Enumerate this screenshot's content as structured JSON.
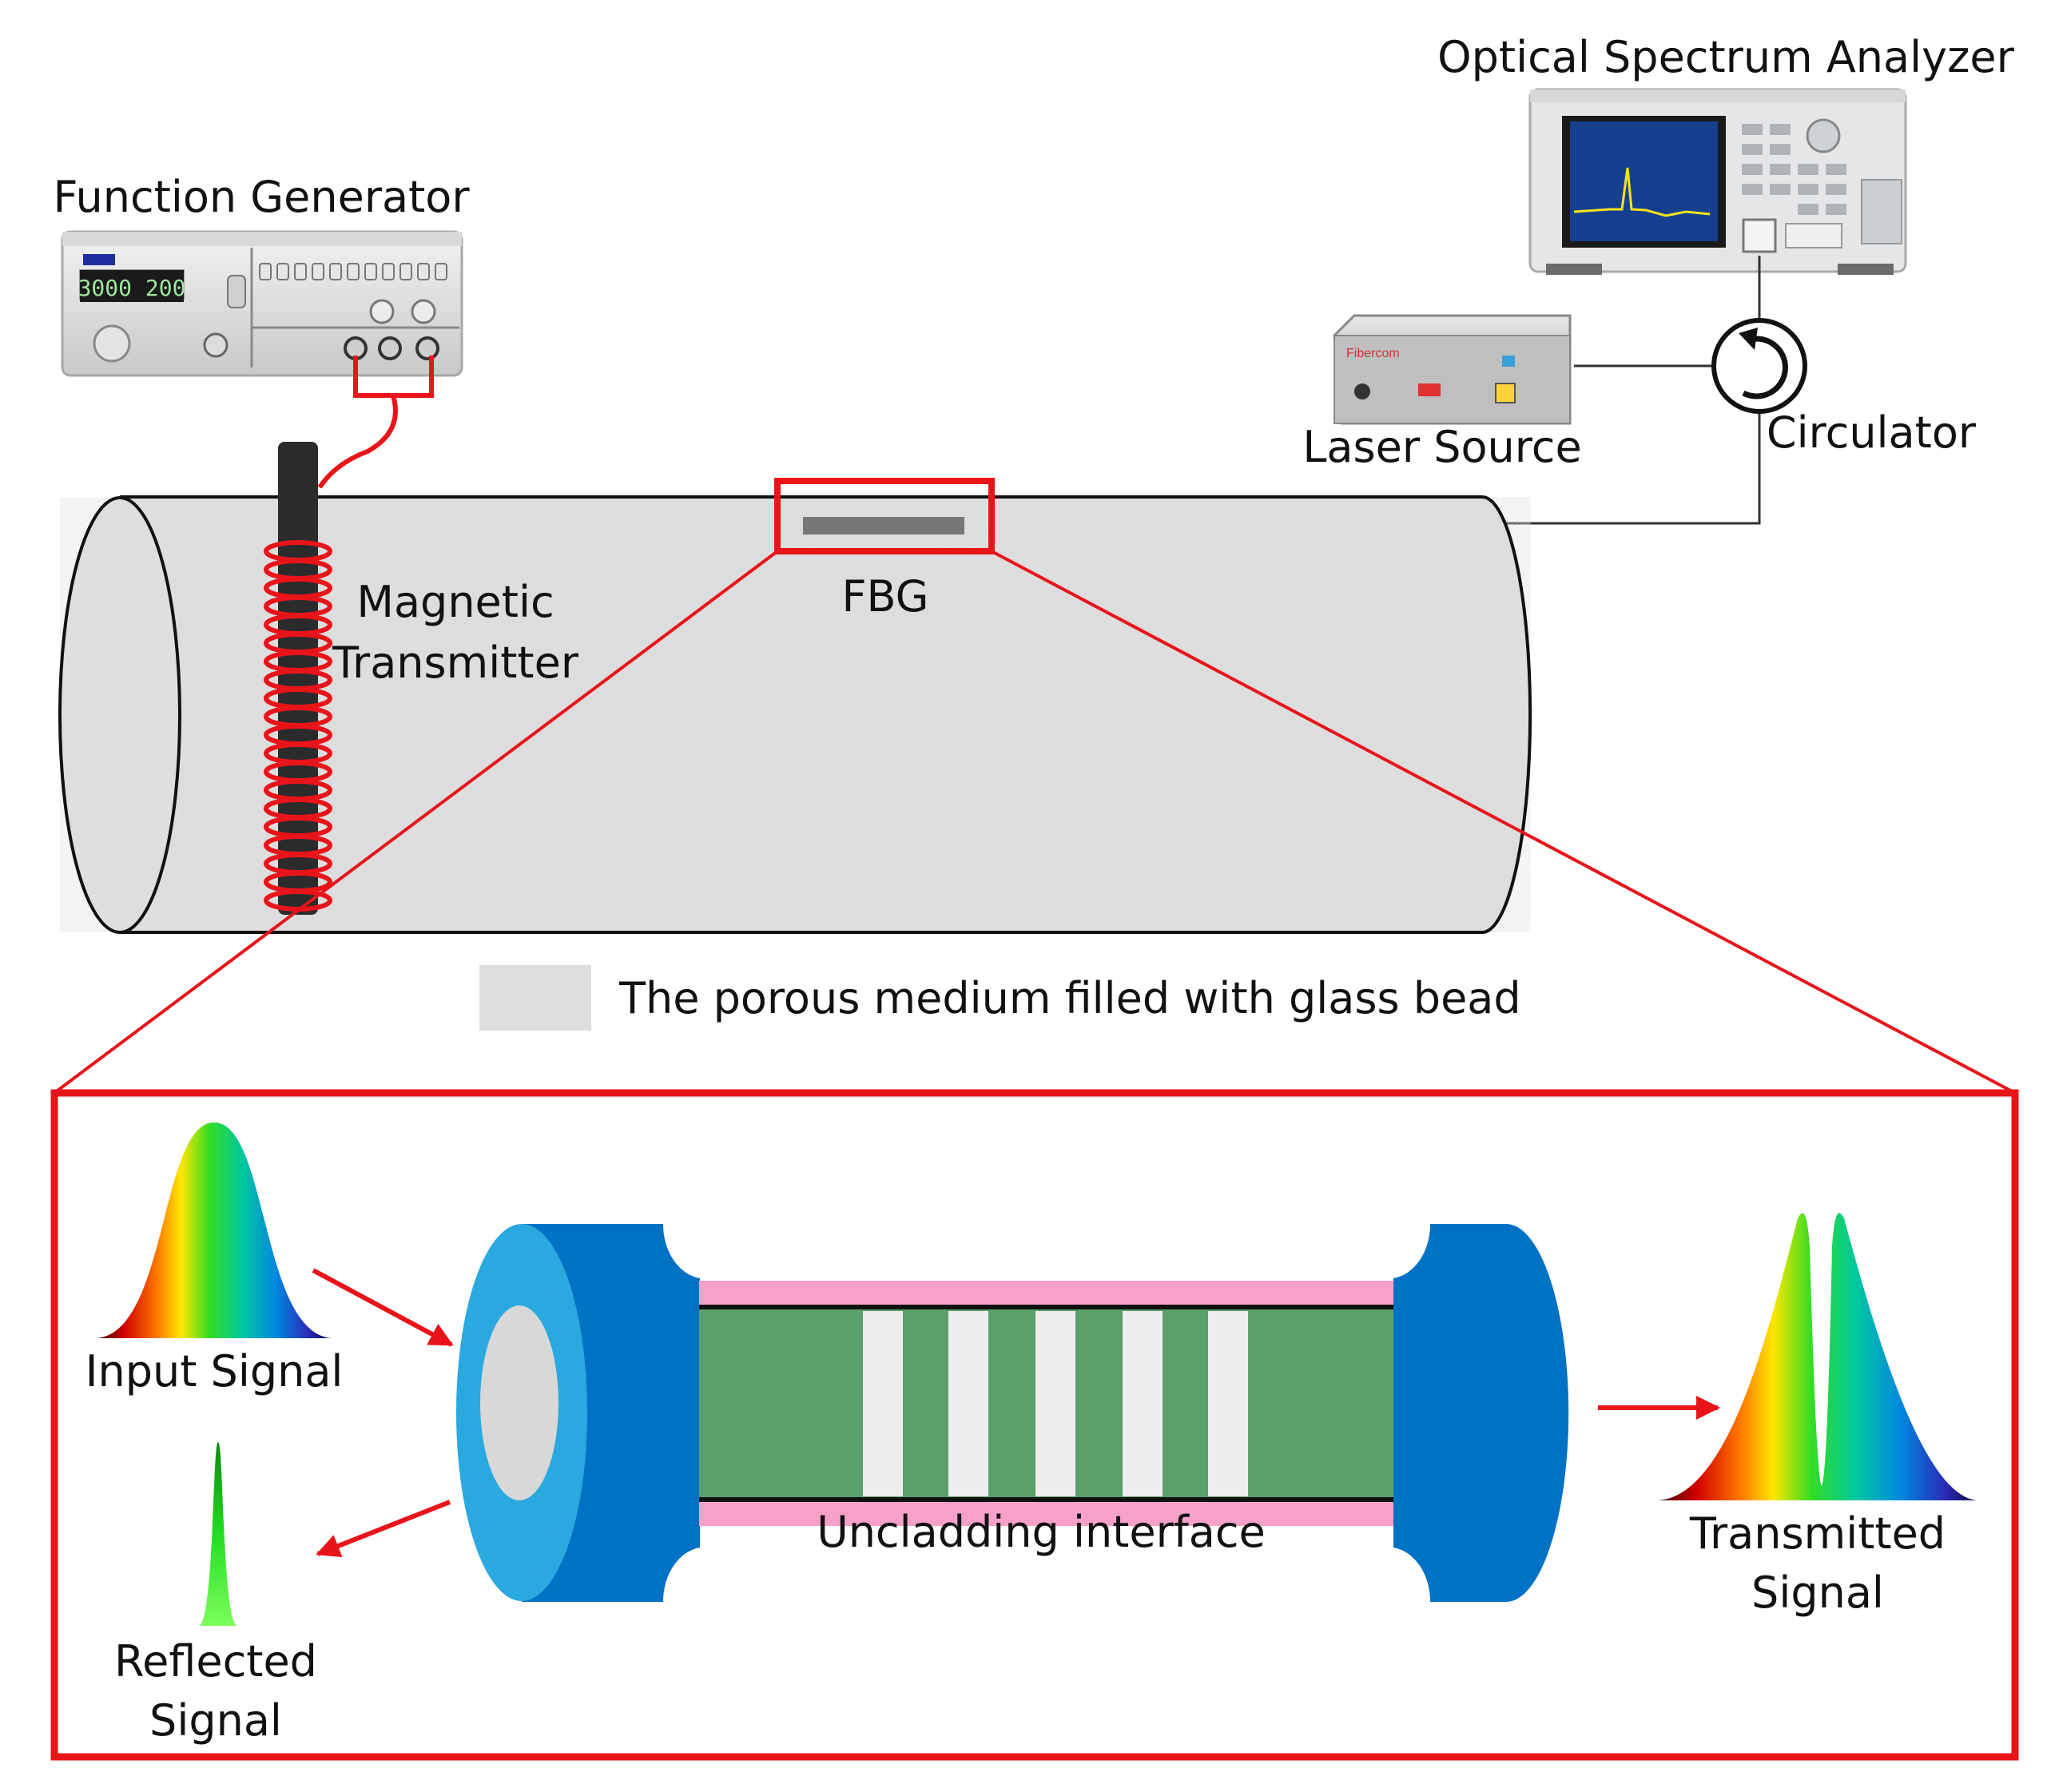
{
  "labels": {
    "function_generator": "Function Generator",
    "optical_spectrum_analyzer": "Optical Spectrum Analyzer",
    "laser_source": "Laser Source",
    "circulator": "Circulator",
    "magnetic_transmitter_line1": "Magnetic",
    "magnetic_transmitter_line2": "Transmitter",
    "fbg": "FBG",
    "legend_porous_medium": "The porous medium filled with glass bead",
    "input_signal": "Input Signal",
    "reflected_signal_line1": "Reflected",
    "reflected_signal_line2": "Signal",
    "uncladding_interface": "Uncladding interface",
    "transmitted_signal_line1": "Transmitted",
    "transmitted_signal_line2": "Signal"
  },
  "device_text": {
    "function_generator_display": "3000 200"
  },
  "colors": {
    "highlight_red": "#ee1111",
    "fiber_outer": "#0072c6",
    "fiber_end": "#29a9df",
    "core_green": "#5aa06a",
    "cladding_pink": "#f7a1c9",
    "grating_band": "#eeeeee",
    "coil_red": "#e8141a",
    "medium_gray": "#d8d8d8"
  }
}
